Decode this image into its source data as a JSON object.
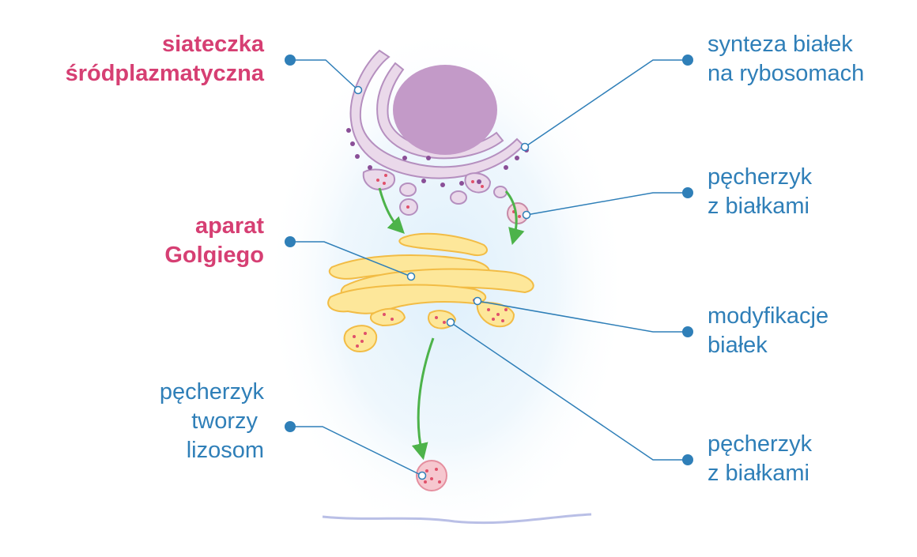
{
  "labels": {
    "er": {
      "line1": "siateczka",
      "line2": "śródplazmatyczna"
    },
    "golgi": {
      "line1": "aparat",
      "line2": "Golgiego"
    },
    "lysosome": {
      "line1": "pęcherzyk",
      "line2": "tworzy",
      "line3": "lizosom"
    },
    "ribosome_synthesis": {
      "line1": "synteza białek",
      "line2": "na rybosomach"
    },
    "vesicle_top": {
      "line1": "pęcherzyk",
      "line2": "z białkami"
    },
    "modification": {
      "line1": "modyfikacje",
      "line2": "białek"
    },
    "vesicle_bottom": {
      "line1": "pęcherzyk",
      "line2": "z białkami"
    }
  },
  "colors": {
    "organelle_label": "#d63f73",
    "process_label": "#2f7fb8",
    "leader_line": "#2f7fb8",
    "er_fill": "#ead9ea",
    "er_stroke": "#b58fbf",
    "nucleus": "#c39ac8",
    "ribosome": "#8a4f97",
    "golgi_fill": "#fde79a",
    "golgi_stroke": "#f2bc45",
    "protein_dot": "#e0506a",
    "vesicle_fill": "#f3d3dd",
    "lysosome_fill": "#f6c7cf",
    "arrow": "#4db34a",
    "membrane": "#b9bfe6"
  }
}
